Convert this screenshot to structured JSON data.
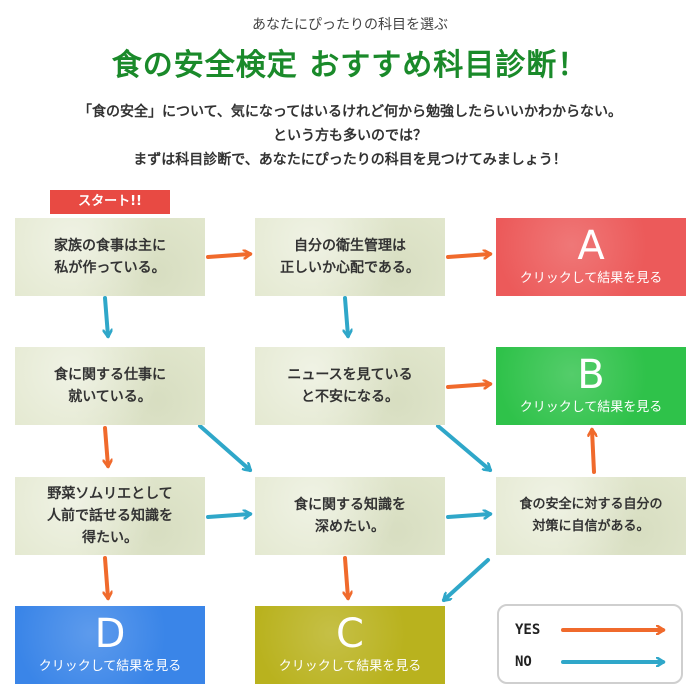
{
  "header": {
    "subtitle": "あなたにぴったりの科目を選ぶ",
    "title": "食の安全検定 おすすめ科目診断！",
    "intro": [
      "「食の安全」について、気になってはいるけれど何から勉強したらいいかわからない。",
      "という方も多いのでは？",
      "まずは科目診断で、あなたにぴったりの科目を見つけてみましょう！"
    ]
  },
  "start_label": "スタート!!",
  "questions": {
    "q1": "家族の食事は主に\n私が作っている。",
    "q2": "自分の衛生管理は\n正しいか心配である。",
    "q3": "食に関する仕事に\n就いている。",
    "q4": "ニュースを見ている\nと不安になる。",
    "q5": "野菜ソムリエとして\n人前で話せる知識を\n得たい。",
    "q6": "食に関する知識を\n深めたい。",
    "q7": "食の安全に対する自分の\n対策に自信がある。"
  },
  "results": {
    "a": {
      "letter": "A",
      "link": "クリックして結果を見る"
    },
    "b": {
      "letter": "B",
      "link": "クリックして結果を見る"
    },
    "c": {
      "letter": "C",
      "link": "クリックして結果を見る"
    },
    "d": {
      "letter": "D",
      "link": "クリックして結果を見る"
    }
  },
  "legend": {
    "yes": "YES",
    "no": "NO"
  },
  "colors": {
    "yes_arrow": "#f06a2c",
    "no_arrow": "#2fa7c9",
    "title": "#1a8a2a",
    "result_a": "#ec5a5a",
    "result_b": "#2fc24a",
    "result_c": "#b9b21e",
    "result_d": "#3a85e8"
  }
}
